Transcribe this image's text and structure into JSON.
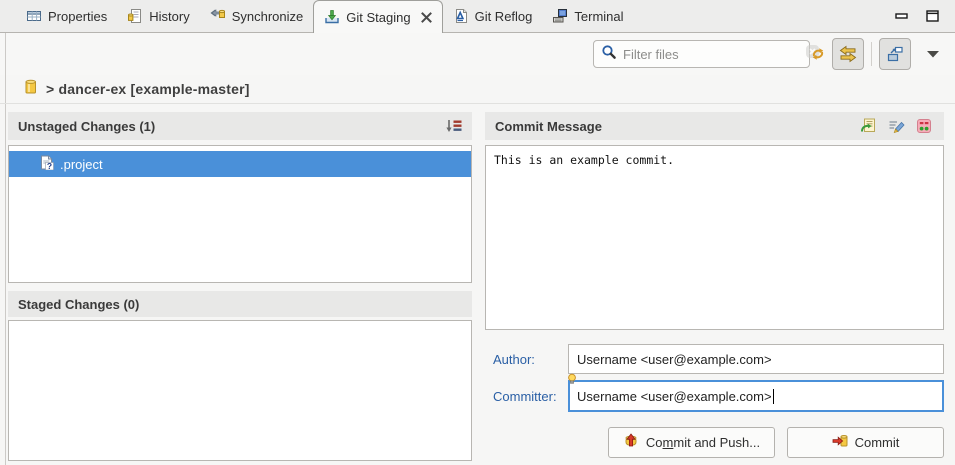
{
  "tabbar": {
    "tabs": [
      {
        "label": "Properties"
      },
      {
        "label": "History"
      },
      {
        "label": "Synchronize"
      },
      {
        "label": "Git Staging",
        "active": true
      },
      {
        "label": "Git Reflog"
      },
      {
        "label": "Terminal"
      }
    ]
  },
  "toolbar": {
    "filter_placeholder": "Filter files"
  },
  "repo_header": {
    "label": "> dancer-ex [example-master]"
  },
  "panels": {
    "unstaged": {
      "title": "Unstaged Changes (1)",
      "files": [
        {
          "name": ".project",
          "status": "untracked"
        }
      ]
    },
    "staged": {
      "title": "Staged Changes (0)"
    },
    "commit": {
      "title": "Commit Message",
      "message": "This is an example commit.",
      "author_label": "Author:",
      "author_value": "Username <user@example.com>",
      "committer_label": "Committer:",
      "committer_value": "Username <user@example.com>"
    }
  },
  "buttons": {
    "commit_and_push": {
      "pre": "Co",
      "mnemonic": "m",
      "post": "mit and Push..."
    },
    "commit": "Commit"
  },
  "colors": {
    "selection": "#4a90d9",
    "label_blue": "#2a5fa5",
    "section_header_bg": "#e8e8e7"
  }
}
